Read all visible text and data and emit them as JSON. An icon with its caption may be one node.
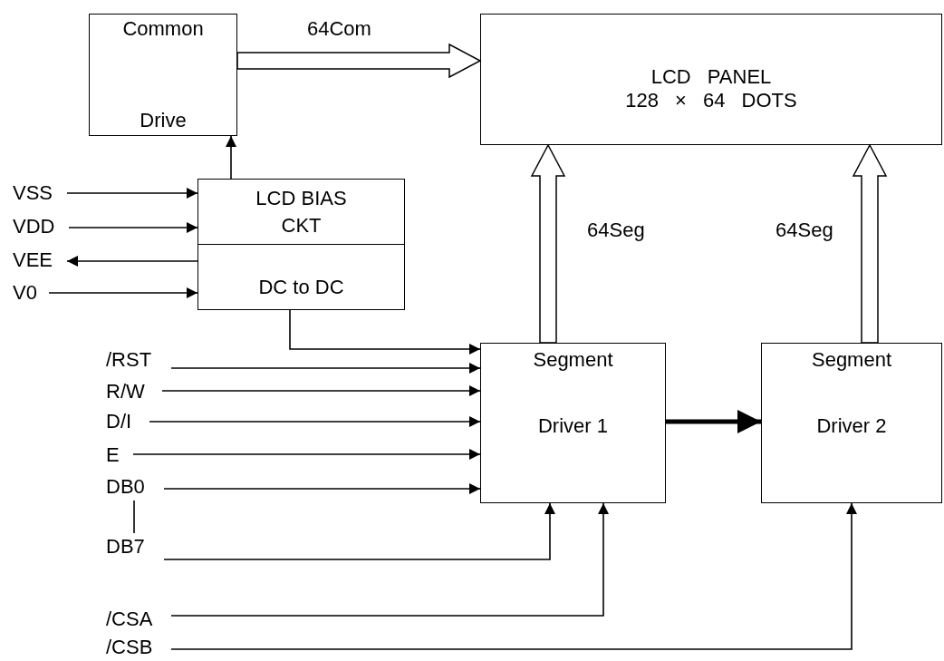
{
  "diagram": {
    "nodes": [
      {
        "text": [
          "Common",
          "Drive"
        ]
      },
      {
        "text": [
          "LCD PANEL",
          "128 × 64 DOTS"
        ]
      },
      {
        "text": [
          "LCD BIAS CKT",
          "DC to DC"
        ]
      },
      {
        "text": [
          "Segment",
          "Driver 1"
        ]
      },
      {
        "text": [
          "Segment",
          "Driver 2"
        ]
      },
      {
        "text": [
          "VSS"
        ]
      },
      {
        "text": [
          "VDD"
        ]
      },
      {
        "text": [
          "VEE"
        ]
      },
      {
        "text": [
          "V0"
        ]
      },
      {
        "text": [
          "/RST"
        ]
      },
      {
        "text": [
          "R/W"
        ]
      },
      {
        "text": [
          "D/I"
        ]
      },
      {
        "text": [
          "E"
        ]
      },
      {
        "text": [
          "DB0"
        ]
      },
      {
        "text": [
          "DB7"
        ]
      },
      {
        "text": [
          "/CSA"
        ]
      },
      {
        "text": [
          "/CSB"
        ]
      }
    ],
    "edges": [
      {
        "from": 2,
        "to": 0,
        "arrow": "to"
      },
      {
        "from": 0,
        "to": 1,
        "arrow": "to",
        "label": "64Com",
        "style": "thick"
      },
      {
        "from": 3,
        "to": 1,
        "arrow": "to",
        "label": "64Seg",
        "style": "thick"
      },
      {
        "from": 4,
        "to": 1,
        "arrow": "to",
        "label": "64Seg",
        "style": "thick"
      },
      {
        "from": 5,
        "to": 2,
        "arrow": "to"
      },
      {
        "from": 6,
        "to": 2,
        "arrow": "to"
      },
      {
        "from": 2,
        "to": 7,
        "arrow": "to"
      },
      {
        "from": 8,
        "to": 2,
        "arrow": "to"
      },
      {
        "from": 2,
        "to": 3,
        "arrow": "to"
      },
      {
        "from": 9,
        "to": 3,
        "arrow": "to"
      },
      {
        "from": 10,
        "to": 3,
        "arrow": "to"
      },
      {
        "from": 11,
        "to": 3,
        "arrow": "to"
      },
      {
        "from": 12,
        "to": 3,
        "arrow": "to"
      },
      {
        "from": 13,
        "to": 3,
        "arrow": "to"
      },
      {
        "from": 13,
        "to": 14,
        "arrow": "none"
      },
      {
        "from": 14,
        "to": 3,
        "arrow": "to"
      },
      {
        "from": 15,
        "to": 3,
        "arrow": "to"
      },
      {
        "from": 16,
        "to": 4,
        "arrow": "to"
      },
      {
        "from": 3,
        "to": 4,
        "arrow": "to",
        "style": "thick"
      }
    ]
  }
}
